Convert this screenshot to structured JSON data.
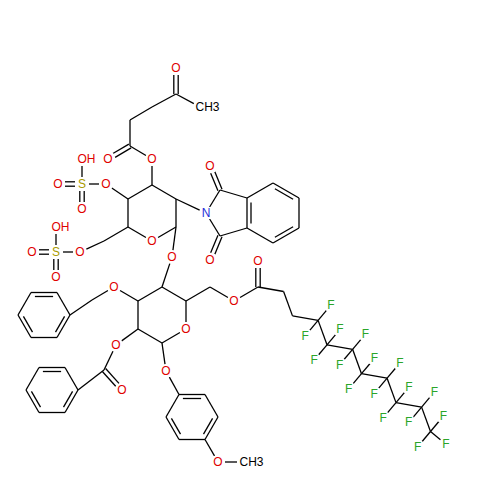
{
  "diagram": {
    "labels": [
      "O",
      "CH3",
      "O",
      "O",
      "OH",
      "O",
      "S",
      "O",
      "O",
      "O",
      "N",
      "OH",
      "O",
      "S",
      "O",
      "O",
      "O",
      "O",
      "O",
      "O",
      "O",
      "O",
      "O",
      "O",
      "O",
      "O",
      "O",
      "CH3",
      "F",
      "F",
      "F",
      "F",
      "F",
      "F",
      "F",
      "F",
      "F",
      "F",
      "F",
      "F",
      "F",
      "F",
      "F",
      "F",
      "F"
    ]
  }
}
